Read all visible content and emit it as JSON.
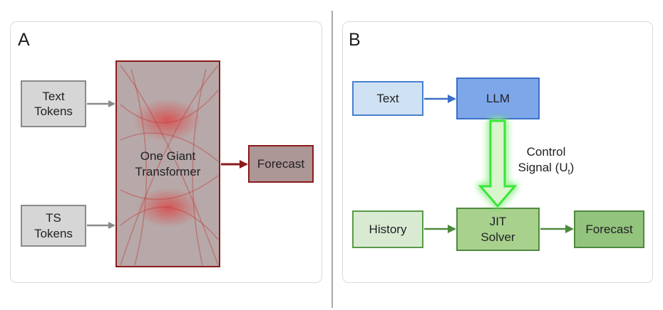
{
  "panel_a": {
    "letter": "A",
    "text_tokens": "Text\nTokens",
    "ts_tokens": "TS\nTokens",
    "transformer": "One Giant\nTransformer",
    "forecast": "Forecast"
  },
  "panel_b": {
    "letter": "B",
    "text": "Text",
    "llm": "LLM",
    "control_line1": "Control",
    "control_line2_prefix": "Signal (U",
    "control_subscript": "t",
    "control_line2_suffix": ")",
    "history": "History",
    "jit_solver": "JIT\nSolver",
    "forecast": "Forecast"
  },
  "colors": {
    "panel_a_accent": "#8b1a1a",
    "panel_b_blue": "#3a6fc7",
    "panel_b_green": "#4e8a3c",
    "control_signal_glow": "#39ff39"
  }
}
